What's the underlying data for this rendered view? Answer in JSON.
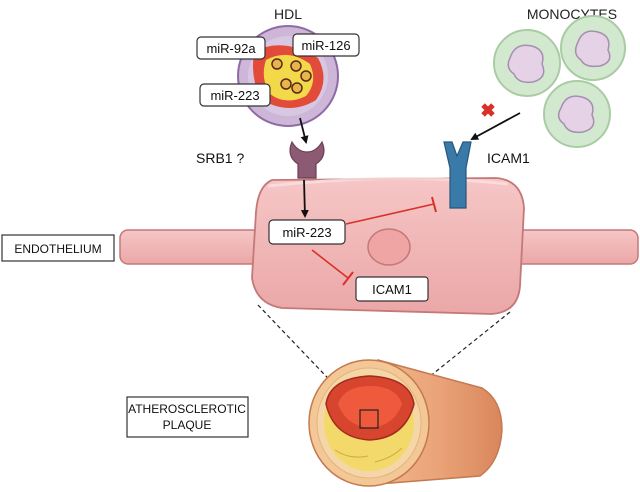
{
  "labels": {
    "hdl": "HDL",
    "monocytes": "MONOCYTES",
    "srb1": "SRB1 ?",
    "icam1_receptor": "ICAM1",
    "endothelium": "ENDOTHELIUM",
    "plaque_line1": "ATHEROSCLEROTIC",
    "plaque_line2": "PLAQUE"
  },
  "mirnas": {
    "mir92a": "miR-92a",
    "mir126": "miR-126",
    "mir223_hdl": "miR-223",
    "mir223_cell": "miR-223"
  },
  "icam1_box": "ICAM1",
  "colors": {
    "cell_fill": "#f2b8b8",
    "cell_stroke": "#c47878",
    "receptor_blue": "#3a7aa8",
    "srb1_purple": "#8c5a72",
    "inhibit_red": "#d9302a",
    "monocyte_green": "#cfe6cc",
    "hdl_purple": "#b9a2c8",
    "plaque_yellow": "#f3d96a",
    "vessel_orange": "#e9a070"
  },
  "icons": {
    "block": "red-cross-icon"
  }
}
